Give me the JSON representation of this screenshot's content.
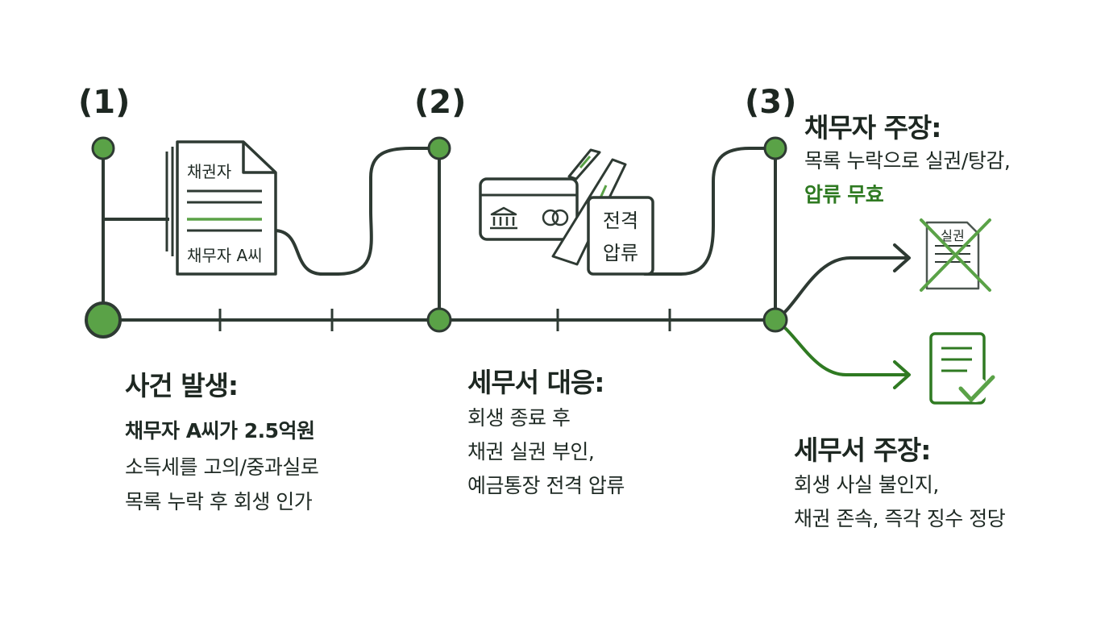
{
  "step1": {
    "number": "(1)",
    "doc_top_label": "채권자",
    "doc_bottom_label": "채무자 A씨",
    "heading": "사건 발생:",
    "line1": "채무자 A씨가 2.5억원",
    "line2": "소득세를 고의/중과실로",
    "line3": "목록 누락 후 회생 인가"
  },
  "step2": {
    "number": "(2)",
    "box_line1": "전격",
    "box_line2": "압류",
    "heading": "세무서 대응:",
    "line1": "회생 종료 후",
    "line2": "채권 실권 부인,",
    "line3": "예금통장 전격 압류"
  },
  "step3": {
    "number": "(3)",
    "debtor_heading": "채무자 주장:",
    "debtor_line1": "목록 누락으로 실권/탕감,",
    "debtor_line2": "압류 무효",
    "rejected_doc_label": "실권",
    "tax_heading": "세무서 주장:",
    "tax_line1": "회생 사실 불인지,",
    "tax_line2": "채권 존속, 즉각 징수 정당"
  },
  "colors": {
    "node_green": "#5aa247",
    "accent_green": "#2f7a22",
    "line_dark": "#2e3a33"
  }
}
